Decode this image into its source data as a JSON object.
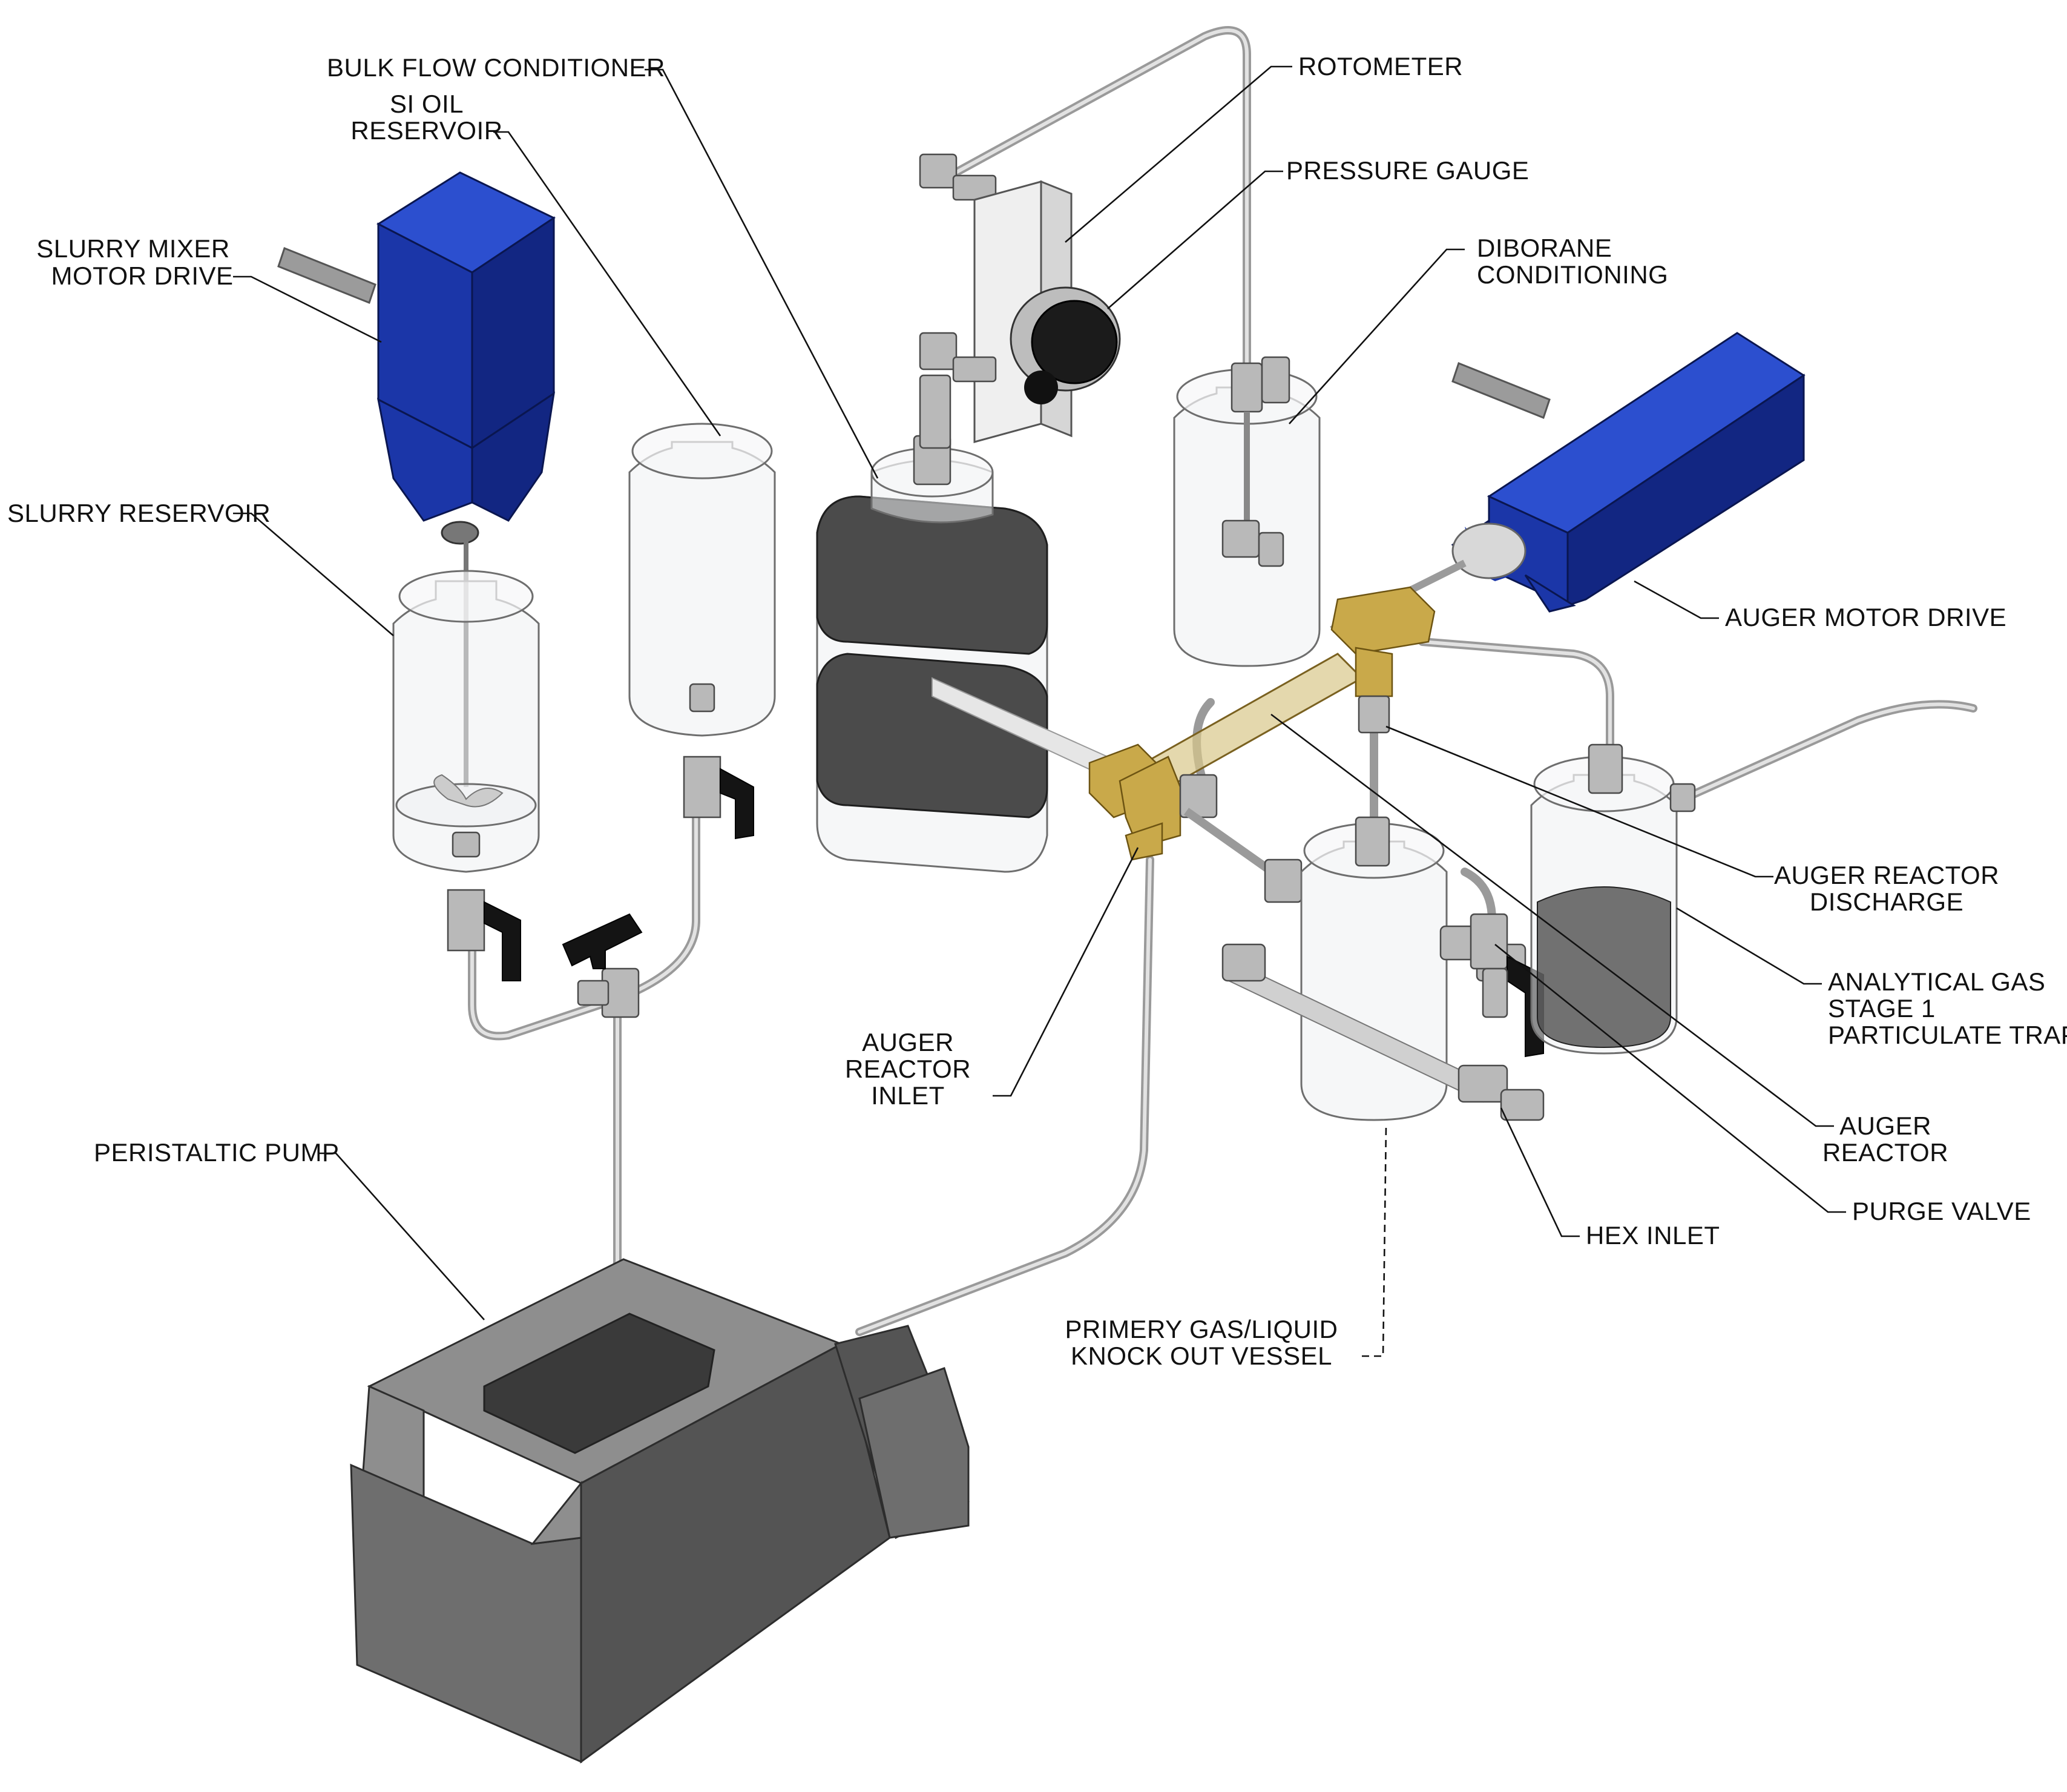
{
  "labels": {
    "bulk_flow_conditioner": "BULK FLOW CONDITIONER",
    "si_oil_reservoir_1": "SI OIL",
    "si_oil_reservoir_2": "RESERVOIR",
    "slurry_mixer_motor_drive_1": "SLURRY MIXER",
    "slurry_mixer_motor_drive_2": "MOTOR DRIVE",
    "slurry_reservoir": "SLURRY RESERVOIR",
    "rotometer": "ROTOMETER",
    "pressure_gauge": "PRESSURE GAUGE",
    "diborane_conditioning_1": "DIBORANE",
    "diborane_conditioning_2": "CONDITIONING",
    "auger_motor_drive": "AUGER MOTOR DRIVE",
    "auger_reactor_discharge_1": "AUGER REACTOR",
    "auger_reactor_discharge_2": "DISCHARGE",
    "analytical_gas_trap_1": "ANALYTICAL GAS",
    "analytical_gas_trap_2": "STAGE 1",
    "analytical_gas_trap_3": "PARTICULATE TRAP",
    "auger_reactor_inlet_1": "AUGER",
    "auger_reactor_inlet_2": "REACTOR",
    "auger_reactor_inlet_3": "INLET",
    "auger_reactor_1": "AUGER",
    "auger_reactor_2": "REACTOR",
    "peristaltic_pump": "PERISTALTIC PUMP",
    "purge_valve": "PURGE VALVE",
    "hex_inlet": "HEX INLET",
    "knock_out_vessel_1": "PRIMERY GAS/LIQUID",
    "knock_out_vessel_2": "KNOCK OUT VESSEL"
  },
  "colors": {
    "motor_blue": "#1b36a8",
    "brass": "#c9a94a",
    "pump_gray": "#6e6e6e"
  }
}
